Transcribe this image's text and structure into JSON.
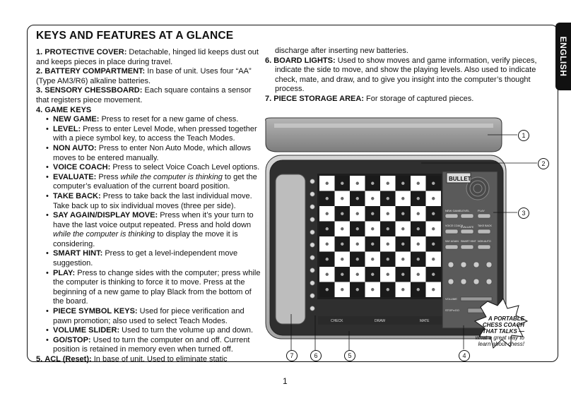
{
  "language_tab": "ENGLISH",
  "heading": "KEYS AND FEATURES AT A GLANCE",
  "items": {
    "i1": {
      "num": "1.",
      "term": "PROTECTIVE COVER:",
      "text": " Detachable, hinged lid keeps dust out and keeps pieces in place during travel."
    },
    "i2": {
      "num": "2.",
      "term": "BATTERY COMPARTMENT:",
      "text": " In base of unit. Uses four “AA” (Type AM3/R6) alkaline batteries."
    },
    "i3": {
      "num": "3.",
      "term": "SENSORY CHESSBOARD:",
      "text": " Each square contains a sensor that registers piece movement."
    },
    "i4": {
      "num": "4.",
      "term": "GAME KEYS"
    },
    "i5": {
      "num": "5.",
      "term": "ACL (Reset):",
      "text": " In base of unit. Used to eliminate static",
      "cont": "discharge after inserting new batteries."
    },
    "i6": {
      "num": "6.",
      "term": "BOARD LIGHTS:",
      "text": " Used to show moves and game information, verify pieces, indicate the side to move, and show the playing levels. Also used to indicate check, mate, and draw, and to give you insight into the computer’s thought process."
    },
    "i7": {
      "num": "7.",
      "term": "PIECE STORAGE AREA:",
      "text": " For storage of captured pieces."
    }
  },
  "game_keys": {
    "k1": {
      "term": "NEW GAME:",
      "text": " Press to reset for a new game of chess."
    },
    "k2": {
      "term": "LEVEL:",
      "text": " Press to enter Level Mode, when pressed together with a piece symbol key, to access the Teach Modes."
    },
    "k3": {
      "term": "NON AUTO:",
      "text": " Press to enter Non Auto Mode, which allows moves to be entered manually."
    },
    "k4": {
      "term": "VOICE COACH:",
      "text": " Press to select Voice Coach Level options."
    },
    "k5": {
      "term": "EVALUATE:",
      "text_a": " Press ",
      "text_em": "while the computer is thinking",
      "text_b": " to get the computer’s evaluation of the current board position."
    },
    "k6": {
      "term": "TAKE BACK:",
      "text": " Press to take back the last individual move. Take back up to six individual moves (three per side)."
    },
    "k7": {
      "term": "SAY AGAIN/DISPLAY MOVE:",
      "text_a": " Press when it’s your turn to have the last voice output repeated. Press and hold down ",
      "text_em": "while the computer is thinking",
      "text_b": " to display the move it is considering."
    },
    "k8": {
      "term": "SMART HINT:",
      "text": " Press to get a level-independent move suggestion."
    },
    "k9": {
      "term": "PLAY:",
      "text": " Press to change sides with the computer; press while the computer is thinking to force it to move. Press at the beginning of a new game to play Black from the bottom of the board."
    },
    "k10": {
      "term": "PIECE SYMBOL KEYS:",
      "text": " Used for piece verification and pawn promotion; also used to select Teach Modes."
    },
    "k11": {
      "term": "VOLUME SLIDER:",
      "text": " Used to turn the volume up and down."
    },
    "k12": {
      "term": "GO/STOP:",
      "text": " Used to turn the computer on and off. Current position is retained in memory even when turned off."
    }
  },
  "illustration": {
    "brand": "BULLET",
    "board_labels": {
      "check": "CHECK",
      "draw": "DRAW",
      "mate": "MATE"
    },
    "panel_labels": {
      "new_game": "NEW GAME",
      "level": "LEVEL",
      "play": "PLAY",
      "voice_coach": "VOICE COACH",
      "evaluate": "EVALUATE",
      "take_back": "TAKE BACK",
      "say_again": "SAY AGAIN",
      "smart_hint": "SMART HINT",
      "non_auto": "NON AUTO",
      "volume": "VOLUME",
      "stop_go": "STOP••GO"
    },
    "callouts": [
      "1",
      "2",
      "3",
      "4",
      "5",
      "6",
      "7"
    ],
    "starburst": {
      "line1": "A PORTABLE",
      "line2": "CHESS COACH",
      "line3": "THAT TALKS —",
      "line4": "what a great way to",
      "line5": "learn about chess!"
    }
  },
  "page_number": "1"
}
